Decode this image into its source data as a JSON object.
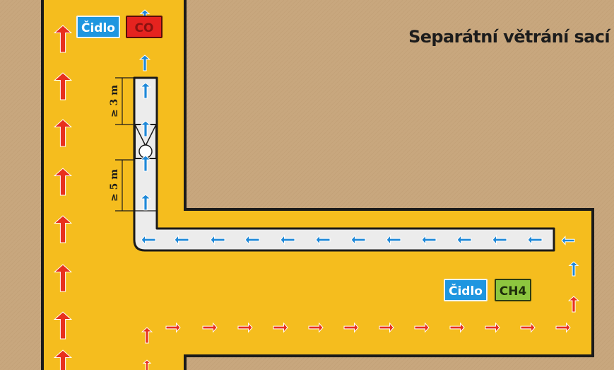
{
  "title": "Separátní větrání sací",
  "labels": {
    "sensor_co_label": "Čidlo",
    "sensor_co_gas": "CO",
    "sensor_ch4_label": "Čidlo",
    "sensor_ch4_gas": "CH4",
    "dim_upper": "≥ 3 m",
    "dim_lower": "≥ 5 m"
  },
  "colors": {
    "background": "#c8a77e",
    "tunnel": "#f5bd1e",
    "tunnel_border": "#1a1a1a",
    "duct": "#ececec",
    "fresh_air_arrow": "#e8301e",
    "exhaust_air_arrow": "#1e88d8",
    "sensor_blue": "#1e96e0",
    "sensor_co": "#e5231f",
    "sensor_ch4": "#8dc63f"
  },
  "icons": {
    "fresh_air": "red-arrow-icon",
    "exhaust_air": "blue-arrow-icon",
    "fan": "fan-icon"
  }
}
